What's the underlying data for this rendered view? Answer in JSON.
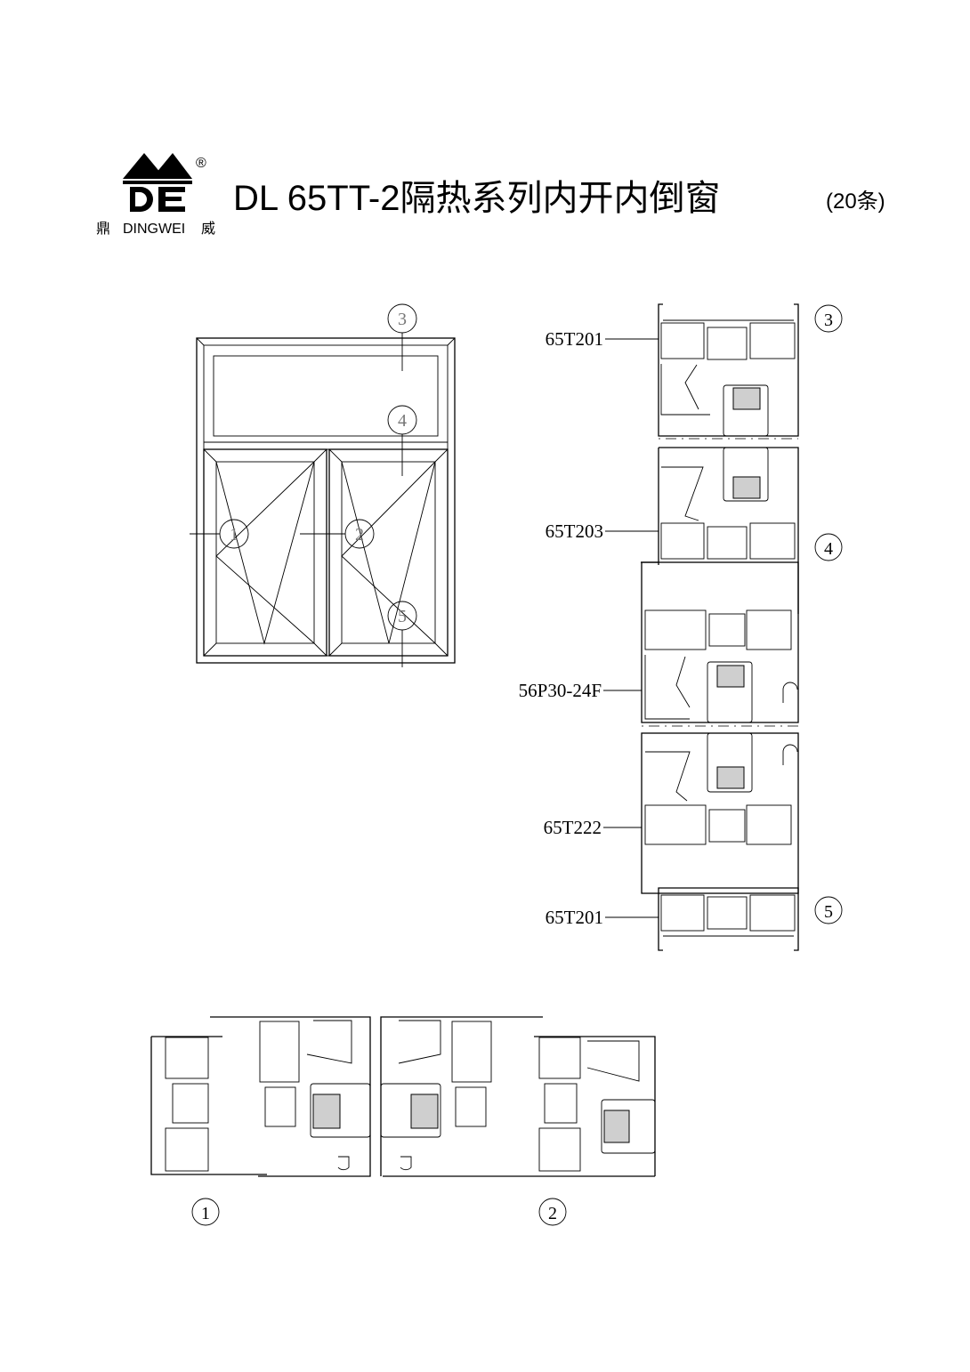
{
  "header": {
    "brand_left": "鼎",
    "brand_name": "DINGWEI",
    "brand_right": "威",
    "logo_letters": "DE",
    "registered_mark": "®",
    "title": "DL 65TT-2隔热系列内开内倒窗",
    "subtitle": "(20条)"
  },
  "elevation": {
    "callouts": [
      "1",
      "2",
      "3",
      "4",
      "5"
    ]
  },
  "vertical_section": {
    "profiles": [
      "65T201",
      "65T203",
      "56P30-24F",
      "65T222",
      "65T201"
    ],
    "callouts": [
      "3",
      "4",
      "5"
    ]
  },
  "horizontal_section": {
    "callouts": [
      "1",
      "2"
    ]
  }
}
